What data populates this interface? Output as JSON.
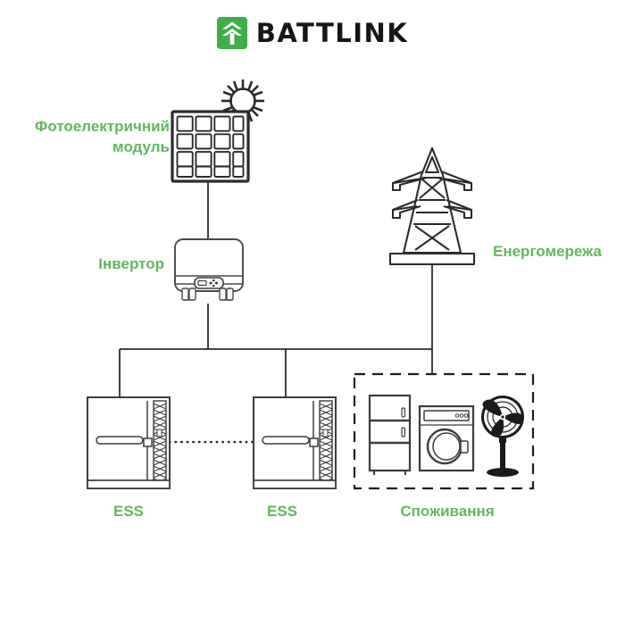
{
  "brand": {
    "name": "BATTLINK",
    "logo_icon": "battlink-leaf-mark",
    "logo_color": "#3fae49",
    "text_color": "#15161a"
  },
  "theme": {
    "background": "#ffffff",
    "label_green": "#63b65f",
    "line_color": "#2b2b2b",
    "icon_stroke": "#3c3c3c"
  },
  "diagram": {
    "title": "Energy storage system topology",
    "nodes": [
      {
        "id": "pv",
        "label": "Фотоелектричний\nмодуль",
        "icon": "solar-panel-sun-icon"
      },
      {
        "id": "inverter",
        "label": "Інвертор",
        "icon": "inverter-icon"
      },
      {
        "id": "grid",
        "label": "Енергомережа",
        "icon": "power-transmission-tower-icon"
      },
      {
        "id": "ess1",
        "label": "ESS",
        "icon": "battery-cabinet-icon"
      },
      {
        "id": "ess2",
        "label": "ESS",
        "icon": "battery-cabinet-icon"
      },
      {
        "id": "load",
        "label": "Споживання",
        "icon": "home-appliances-icon",
        "appliances": [
          "refrigerator-icon",
          "washing-machine-icon",
          "pedestal-fan-icon"
        ]
      }
    ],
    "connections": [
      {
        "from": "pv",
        "to": "inverter",
        "style": "solid"
      },
      {
        "from": "inverter",
        "to": "bus",
        "style": "solid"
      },
      {
        "from": "grid",
        "to": "bus",
        "style": "solid"
      },
      {
        "from": "bus",
        "to": "ess1",
        "style": "solid"
      },
      {
        "from": "bus",
        "to": "ess2",
        "style": "solid"
      },
      {
        "from": "bus",
        "to": "load",
        "style": "solid"
      },
      {
        "from": "ess1",
        "to": "ess2",
        "style": "dotted"
      }
    ]
  }
}
